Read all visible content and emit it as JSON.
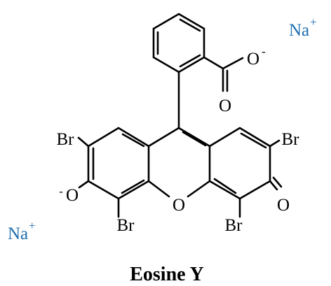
{
  "colors": {
    "bond": "#000000",
    "text": "#000000",
    "counterion": "#1f6fb2",
    "background": "#ffffff"
  },
  "caption": "Eosine Y",
  "counterions": [
    {
      "symbol": "Na",
      "charge": "+"
    },
    {
      "symbol": "Na",
      "charge": "+"
    }
  ],
  "atoms": {
    "br_top_left": "Br",
    "br_top_right": "Br",
    "br_bottom_left": "Br",
    "br_bottom_right": "Br",
    "ring_oxygen": "O",
    "phenoxide_oxygen": "O",
    "phenoxide_charge": "-",
    "ketone_oxygen": "O",
    "carboxylate_oxygen": "O",
    "carboxylate_charge": "-",
    "carbonyl_oxygen": "O"
  }
}
